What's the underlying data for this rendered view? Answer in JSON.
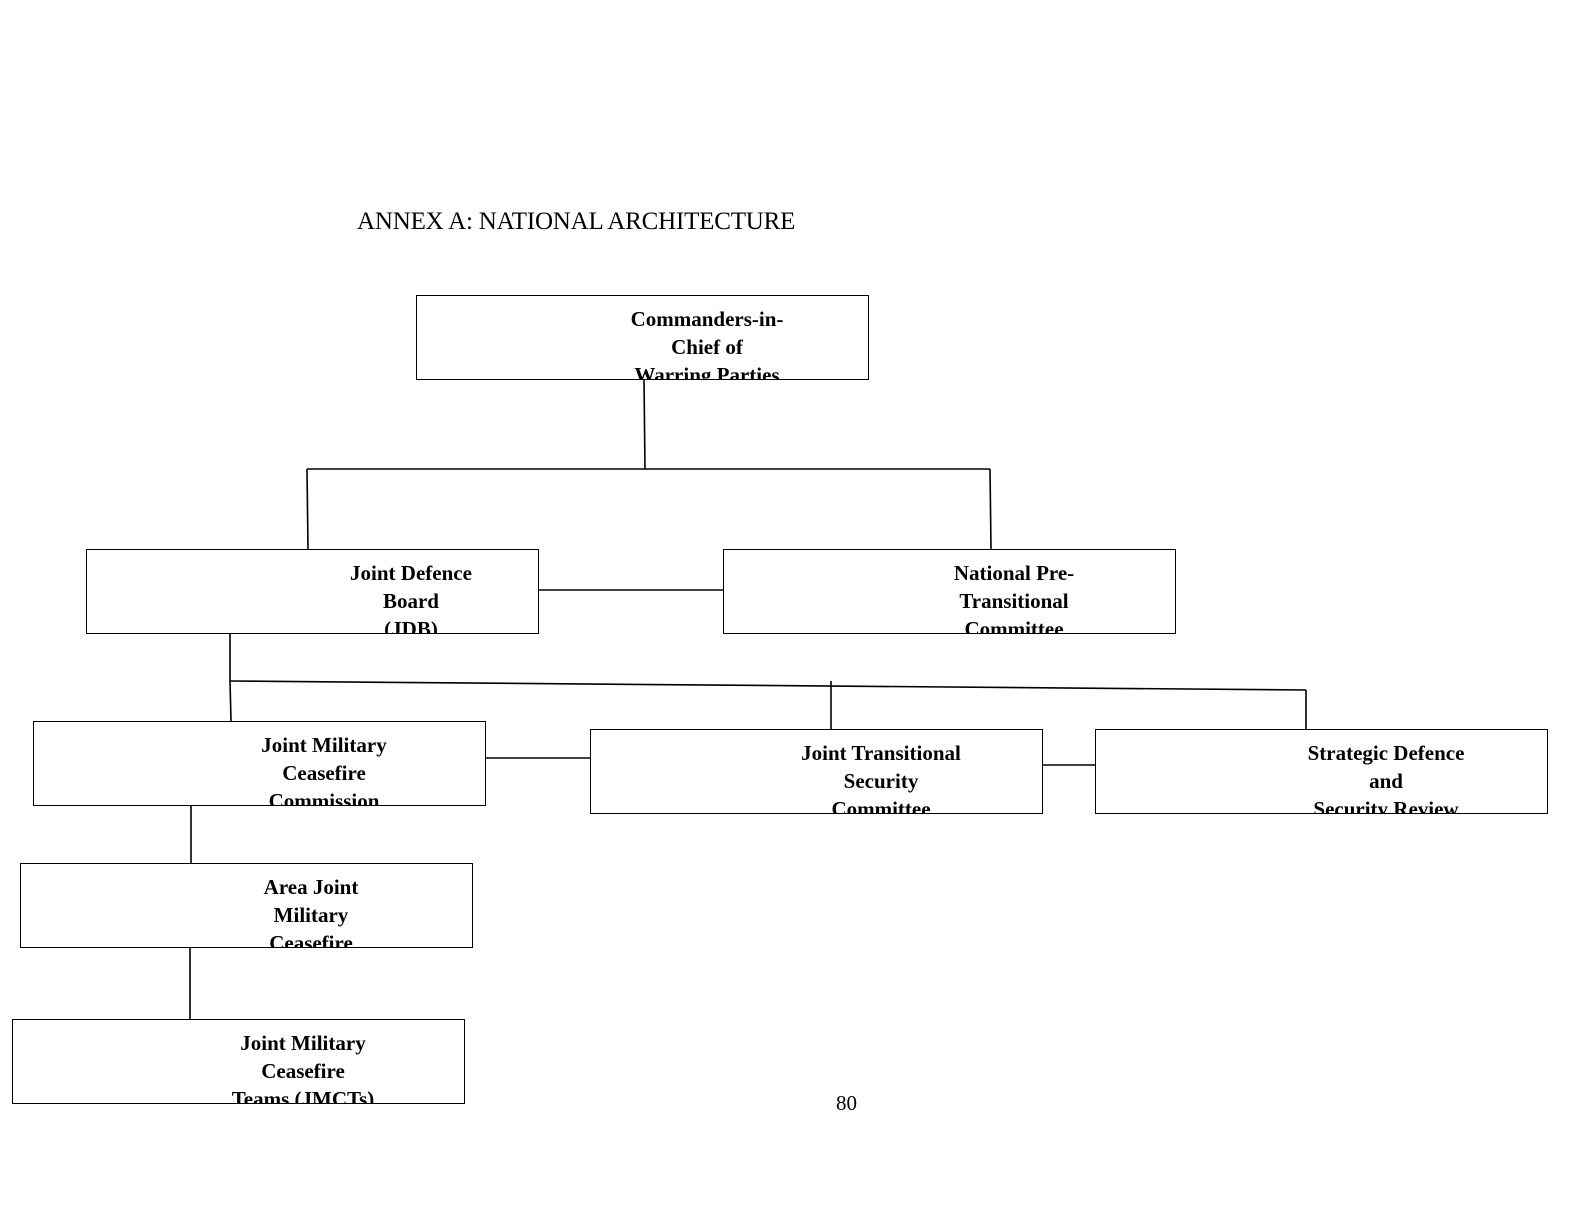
{
  "title": "ANNEX A: NATIONAL ARCHITECTURE",
  "page_number": "80",
  "nodes": {
    "cic": {
      "label": "Commanders-in-Chief of\nWarring Parties"
    },
    "jdb": {
      "label": "Joint Defence Board\n(JDB)"
    },
    "nptc": {
      "label": "National Pre-Transitional\nCommittee (NPTC)"
    },
    "jmcc": {
      "label": "Joint Military Ceasefire\nCommission (JMCC)"
    },
    "jtsc": {
      "label": "Joint Transitional Security\nCommittee (JTSC)"
    },
    "sdsrb": {
      "label": "Strategic Defence and\nSecurity Review Board\n(SDSRB)"
    },
    "ajmcc": {
      "label": "Area Joint Military Ceasefire\nCommission (AJMCC)"
    },
    "jmct": {
      "label": "Joint Military Ceasefire\nTeams (JMCTs)"
    }
  },
  "edges": [
    [
      "cic",
      "jdb"
    ],
    [
      "cic",
      "nptc"
    ],
    [
      "jdb",
      "nptc"
    ],
    [
      "jdb",
      "jmcc"
    ],
    [
      "jdb",
      "jtsc"
    ],
    [
      "jdb",
      "sdsrb"
    ],
    [
      "jmcc",
      "jtsc"
    ],
    [
      "jtsc",
      "sdsrb"
    ],
    [
      "jmcc",
      "ajmcc"
    ],
    [
      "ajmcc",
      "jmct"
    ]
  ]
}
